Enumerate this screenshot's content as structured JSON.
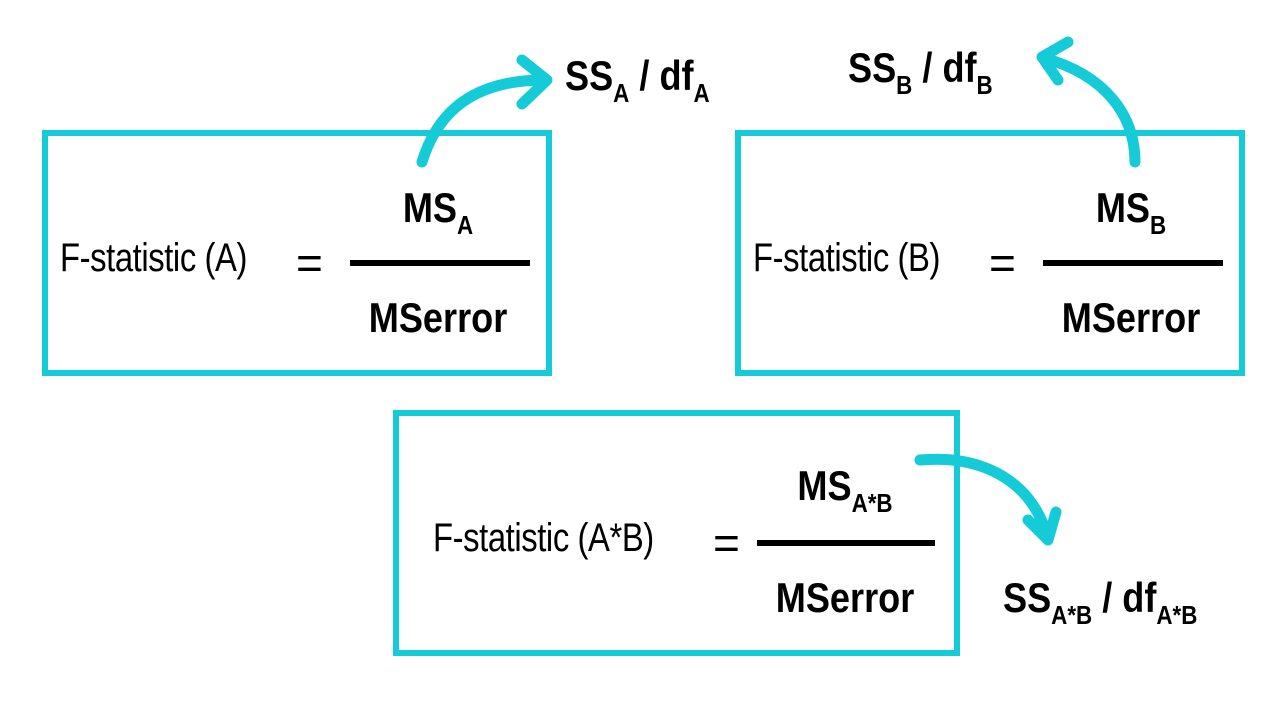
{
  "colors": {
    "accent": "#15cbd8",
    "text": "#000000",
    "background": "#ffffff"
  },
  "formulas": [
    {
      "id": "A",
      "lhs": "F-statistic (A)",
      "eq": "=",
      "num_main": "MS",
      "num_sub": "A",
      "den": "MSerror",
      "ext_left": "SS",
      "ext_left_sub": "A",
      "ext_sep": " / df",
      "ext_right_sub": "A"
    },
    {
      "id": "B",
      "lhs": "F-statistic (B)",
      "eq": "=",
      "num_main": "MS",
      "num_sub": "B",
      "den": "MSerror",
      "ext_left": "SS",
      "ext_left_sub": "B",
      "ext_sep": " / df",
      "ext_right_sub": "B"
    },
    {
      "id": "A*B",
      "lhs": "F-statistic (A*B)",
      "eq": "=",
      "num_main": "MS",
      "num_sub": "A*B",
      "den": "MSerror",
      "ext_left": "SS",
      "ext_left_sub": "A*B",
      "ext_sep": " / df",
      "ext_right_sub": "A*B"
    }
  ]
}
